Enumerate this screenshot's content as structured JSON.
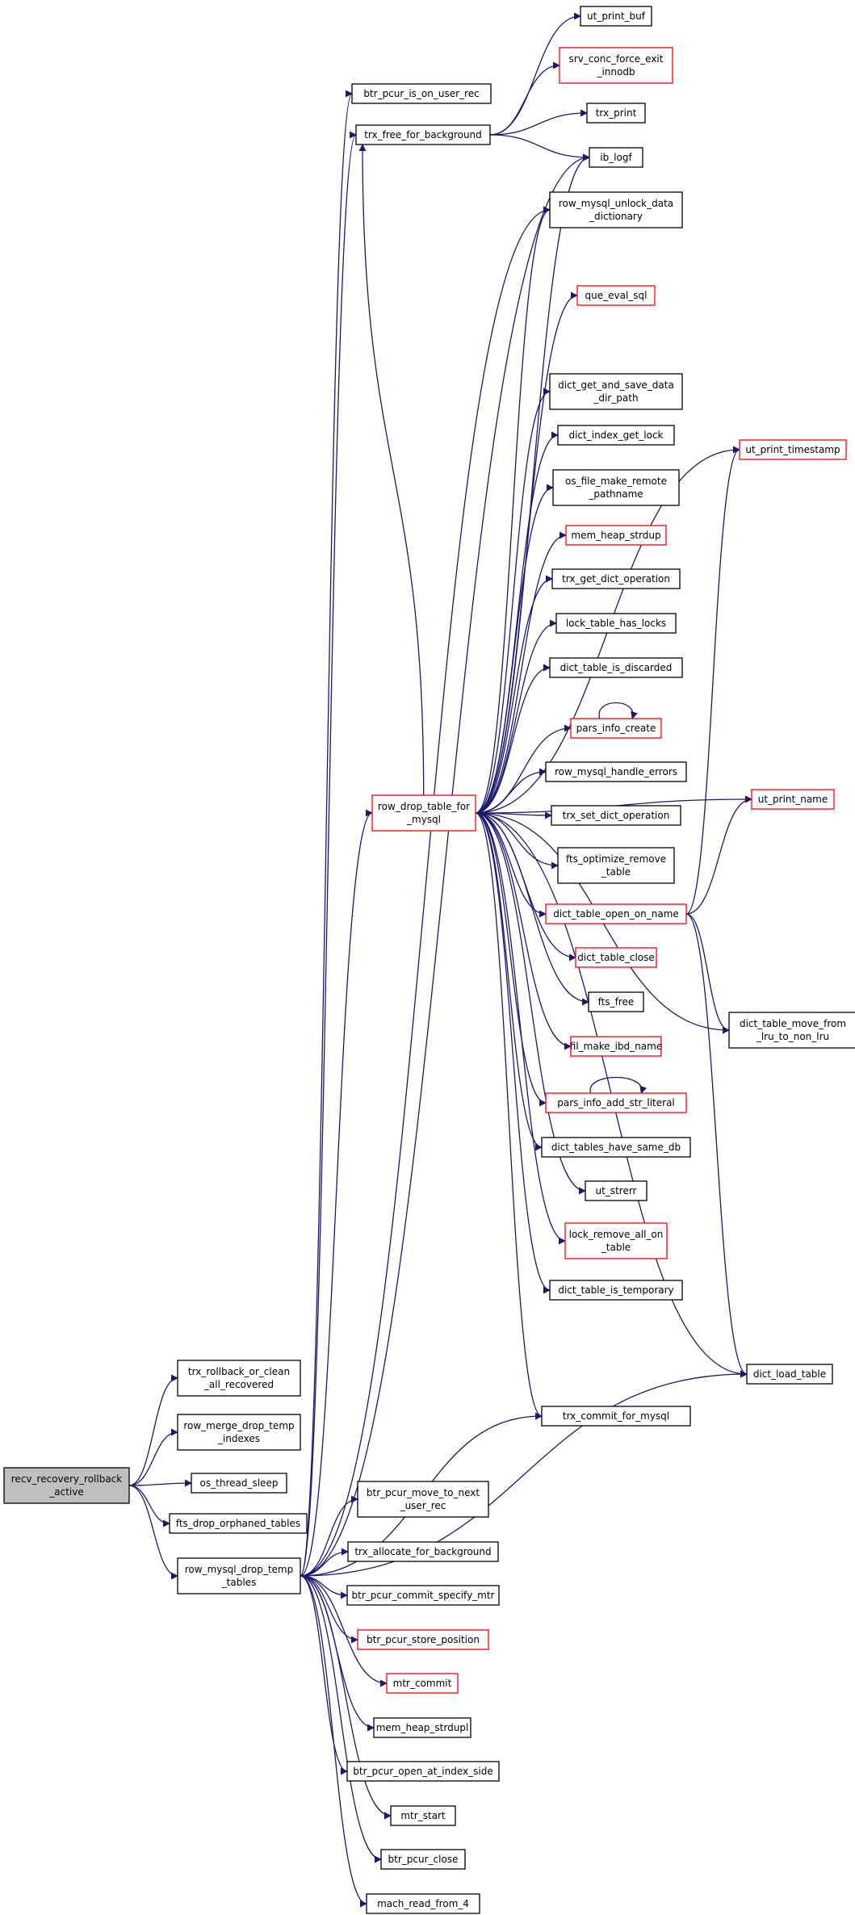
{
  "colors": {
    "edge": "#191970",
    "root_fill": "#bfbfbf",
    "node_fill": "#ffffff",
    "black_border": "#000000",
    "red_border": "#ff0000"
  },
  "nodes": [
    {
      "id": "recv_root",
      "lines": [
        "recv_recovery_rollback",
        "_active"
      ],
      "border": "black",
      "root": true
    },
    {
      "id": "trx_rollback",
      "lines": [
        "trx_rollback_or_clean",
        "_all_recovered"
      ],
      "border": "black"
    },
    {
      "id": "row_merge_drop",
      "lines": [
        "row_merge_drop_temp",
        "_indexes"
      ],
      "border": "black"
    },
    {
      "id": "os_thread_sleep",
      "lines": [
        "os_thread_sleep"
      ],
      "border": "black"
    },
    {
      "id": "fts_drop_orphaned",
      "lines": [
        "fts_drop_orphaned_tables"
      ],
      "border": "black"
    },
    {
      "id": "row_mysql_drop_temp",
      "lines": [
        "row_mysql_drop_temp",
        "_tables"
      ],
      "border": "black"
    },
    {
      "id": "btr_pcur_is_on_user_rec",
      "lines": [
        "btr_pcur_is_on_user_rec"
      ],
      "border": "black"
    },
    {
      "id": "trx_free_bg",
      "lines": [
        "trx_free_for_background"
      ],
      "border": "black"
    },
    {
      "id": "row_drop_table",
      "lines": [
        "row_drop_table_for",
        "_mysql"
      ],
      "border": "red"
    },
    {
      "id": "ut_print_buf",
      "lines": [
        "ut_print_buf"
      ],
      "border": "black"
    },
    {
      "id": "srv_conc",
      "lines": [
        "srv_conc_force_exit",
        "_innodb"
      ],
      "border": "red"
    },
    {
      "id": "trx_print",
      "lines": [
        "trx_print"
      ],
      "border": "black"
    },
    {
      "id": "ib_logf",
      "lines": [
        "ib_logf"
      ],
      "border": "black"
    },
    {
      "id": "row_mysql_unlock",
      "lines": [
        "row_mysql_unlock_data",
        "_dictionary"
      ],
      "border": "black"
    },
    {
      "id": "que_eval_sql",
      "lines": [
        "que_eval_sql"
      ],
      "border": "red"
    },
    {
      "id": "dict_get_and_save",
      "lines": [
        "dict_get_and_save_data",
        "_dir_path"
      ],
      "border": "black"
    },
    {
      "id": "dict_index_get_lock",
      "lines": [
        "dict_index_get_lock"
      ],
      "border": "black"
    },
    {
      "id": "os_file_make_remote",
      "lines": [
        "os_file_make_remote",
        "_pathname"
      ],
      "border": "black"
    },
    {
      "id": "mem_heap_strdup",
      "lines": [
        "mem_heap_strdup"
      ],
      "border": "red"
    },
    {
      "id": "trx_get_dict_op",
      "lines": [
        "trx_get_dict_operation"
      ],
      "border": "black"
    },
    {
      "id": "lock_table_has_locks",
      "lines": [
        "lock_table_has_locks"
      ],
      "border": "black"
    },
    {
      "id": "dict_table_is_discarded",
      "lines": [
        "dict_table_is_discarded"
      ],
      "border": "black"
    },
    {
      "id": "pars_info_create",
      "lines": [
        "pars_info_create"
      ],
      "border": "red"
    },
    {
      "id": "row_mysql_handle_errors",
      "lines": [
        "row_mysql_handle_errors"
      ],
      "border": "black"
    },
    {
      "id": "trx_set_dict_op",
      "lines": [
        "trx_set_dict_operation"
      ],
      "border": "black"
    },
    {
      "id": "fts_optimize_remove",
      "lines": [
        "fts_optimize_remove",
        "_table"
      ],
      "border": "black"
    },
    {
      "id": "dict_table_open_on_name",
      "lines": [
        "dict_table_open_on_name"
      ],
      "border": "red"
    },
    {
      "id": "dict_table_close",
      "lines": [
        "dict_table_close"
      ],
      "border": "red"
    },
    {
      "id": "fts_free",
      "lines": [
        "fts_free"
      ],
      "border": "black"
    },
    {
      "id": "fil_make_ibd_name",
      "lines": [
        "fil_make_ibd_name"
      ],
      "border": "red"
    },
    {
      "id": "pars_info_add_str",
      "lines": [
        "pars_info_add_str_literal"
      ],
      "border": "red"
    },
    {
      "id": "dict_tables_have_same_db",
      "lines": [
        "dict_tables_have_same_db"
      ],
      "border": "black"
    },
    {
      "id": "ut_strerr",
      "lines": [
        "ut_strerr"
      ],
      "border": "black"
    },
    {
      "id": "lock_remove_all_on",
      "lines": [
        "lock_remove_all_on",
        "_table"
      ],
      "border": "red"
    },
    {
      "id": "dict_table_is_temporary",
      "lines": [
        "dict_table_is_temporary"
      ],
      "border": "black"
    },
    {
      "id": "trx_commit_for_mysql",
      "lines": [
        "trx_commit_for_mysql"
      ],
      "border": "black"
    },
    {
      "id": "ut_print_timestamp",
      "lines": [
        "ut_print_timestamp"
      ],
      "border": "red"
    },
    {
      "id": "ut_print_name",
      "lines": [
        "ut_print_name"
      ],
      "border": "red"
    },
    {
      "id": "dict_table_move",
      "lines": [
        "dict_table_move_from",
        "_lru_to_non_lru"
      ],
      "border": "black"
    },
    {
      "id": "dict_load_table",
      "lines": [
        "dict_load_table"
      ],
      "border": "black"
    },
    {
      "id": "btr_pcur_move_to_next",
      "lines": [
        "btr_pcur_move_to_next",
        "_user_rec"
      ],
      "border": "black"
    },
    {
      "id": "trx_allocate_bg",
      "lines": [
        "trx_allocate_for_background"
      ],
      "border": "black"
    },
    {
      "id": "btr_pcur_commit_specify",
      "lines": [
        "btr_pcur_commit_specify_mtr"
      ],
      "border": "black"
    },
    {
      "id": "btr_pcur_store_position",
      "lines": [
        "btr_pcur_store_position"
      ],
      "border": "red"
    },
    {
      "id": "mtr_commit",
      "lines": [
        "mtr_commit"
      ],
      "border": "red"
    },
    {
      "id": "mem_heap_strdupl",
      "lines": [
        "mem_heap_strdupl"
      ],
      "border": "black"
    },
    {
      "id": "btr_pcur_open_at_index_side",
      "lines": [
        "btr_pcur_open_at_index_side"
      ],
      "border": "black"
    },
    {
      "id": "mtr_start",
      "lines": [
        "mtr_start"
      ],
      "border": "black"
    },
    {
      "id": "btr_pcur_close",
      "lines": [
        "btr_pcur_close"
      ],
      "border": "black"
    },
    {
      "id": "mach_read_from_4",
      "lines": [
        "mach_read_from_4"
      ],
      "border": "black"
    }
  ],
  "edges": [
    [
      "recv_root",
      "trx_rollback"
    ],
    [
      "recv_root",
      "row_merge_drop"
    ],
    [
      "recv_root",
      "os_thread_sleep"
    ],
    [
      "recv_root",
      "fts_drop_orphaned"
    ],
    [
      "recv_root",
      "row_mysql_drop_temp"
    ],
    [
      "row_mysql_drop_temp",
      "btr_pcur_is_on_user_rec"
    ],
    [
      "row_mysql_drop_temp",
      "trx_free_bg"
    ],
    [
      "row_mysql_drop_temp",
      "row_drop_table"
    ],
    [
      "row_mysql_drop_temp",
      "trx_commit_for_mysql"
    ],
    [
      "row_mysql_drop_temp",
      "dict_load_table"
    ],
    [
      "row_mysql_drop_temp",
      "btr_pcur_move_to_next"
    ],
    [
      "row_mysql_drop_temp",
      "trx_allocate_bg"
    ],
    [
      "row_mysql_drop_temp",
      "btr_pcur_commit_specify"
    ],
    [
      "row_mysql_drop_temp",
      "btr_pcur_store_position"
    ],
    [
      "row_mysql_drop_temp",
      "mtr_commit"
    ],
    [
      "row_mysql_drop_temp",
      "mem_heap_strdupl"
    ],
    [
      "row_mysql_drop_temp",
      "btr_pcur_open_at_index_side"
    ],
    [
      "row_mysql_drop_temp",
      "mtr_start"
    ],
    [
      "row_mysql_drop_temp",
      "btr_pcur_close"
    ],
    [
      "row_mysql_drop_temp",
      "mach_read_from_4"
    ],
    [
      "row_mysql_drop_temp",
      "ib_logf"
    ],
    [
      "row_mysql_drop_temp",
      "row_mysql_unlock"
    ],
    [
      "trx_free_bg",
      "ut_print_buf"
    ],
    [
      "trx_free_bg",
      "srv_conc"
    ],
    [
      "trx_free_bg",
      "trx_print"
    ],
    [
      "trx_free_bg",
      "ib_logf"
    ],
    [
      "row_drop_table",
      "trx_free_bg"
    ],
    [
      "row_drop_table",
      "ib_logf"
    ],
    [
      "row_drop_table",
      "row_mysql_unlock"
    ],
    [
      "row_drop_table",
      "que_eval_sql"
    ],
    [
      "row_drop_table",
      "dict_get_and_save"
    ],
    [
      "row_drop_table",
      "dict_index_get_lock"
    ],
    [
      "row_drop_table",
      "os_file_make_remote"
    ],
    [
      "row_drop_table",
      "mem_heap_strdup"
    ],
    [
      "row_drop_table",
      "trx_get_dict_op"
    ],
    [
      "row_drop_table",
      "lock_table_has_locks"
    ],
    [
      "row_drop_table",
      "dict_table_is_discarded"
    ],
    [
      "row_drop_table",
      "pars_info_create"
    ],
    [
      "row_drop_table",
      "row_mysql_handle_errors"
    ],
    [
      "row_drop_table",
      "trx_set_dict_op"
    ],
    [
      "row_drop_table",
      "fts_optimize_remove"
    ],
    [
      "row_drop_table",
      "dict_table_open_on_name"
    ],
    [
      "row_drop_table",
      "dict_table_close"
    ],
    [
      "row_drop_table",
      "fts_free"
    ],
    [
      "row_drop_table",
      "fil_make_ibd_name"
    ],
    [
      "row_drop_table",
      "pars_info_add_str"
    ],
    [
      "row_drop_table",
      "dict_tables_have_same_db"
    ],
    [
      "row_drop_table",
      "ut_strerr"
    ],
    [
      "row_drop_table",
      "lock_remove_all_on"
    ],
    [
      "row_drop_table",
      "dict_table_is_temporary"
    ],
    [
      "row_drop_table",
      "trx_commit_for_mysql"
    ],
    [
      "row_drop_table",
      "dict_load_table"
    ],
    [
      "row_drop_table",
      "ut_print_timestamp"
    ],
    [
      "row_drop_table",
      "ut_print_name"
    ],
    [
      "row_drop_table",
      "dict_table_move"
    ],
    [
      "dict_table_open_on_name",
      "ut_print_timestamp"
    ],
    [
      "dict_table_open_on_name",
      "ut_print_name"
    ],
    [
      "dict_table_open_on_name",
      "dict_table_move"
    ],
    [
      "dict_table_open_on_name",
      "dict_load_table"
    ],
    [
      "pars_info_create",
      "pars_info_create"
    ],
    [
      "pars_info_add_str",
      "pars_info_add_str"
    ]
  ]
}
